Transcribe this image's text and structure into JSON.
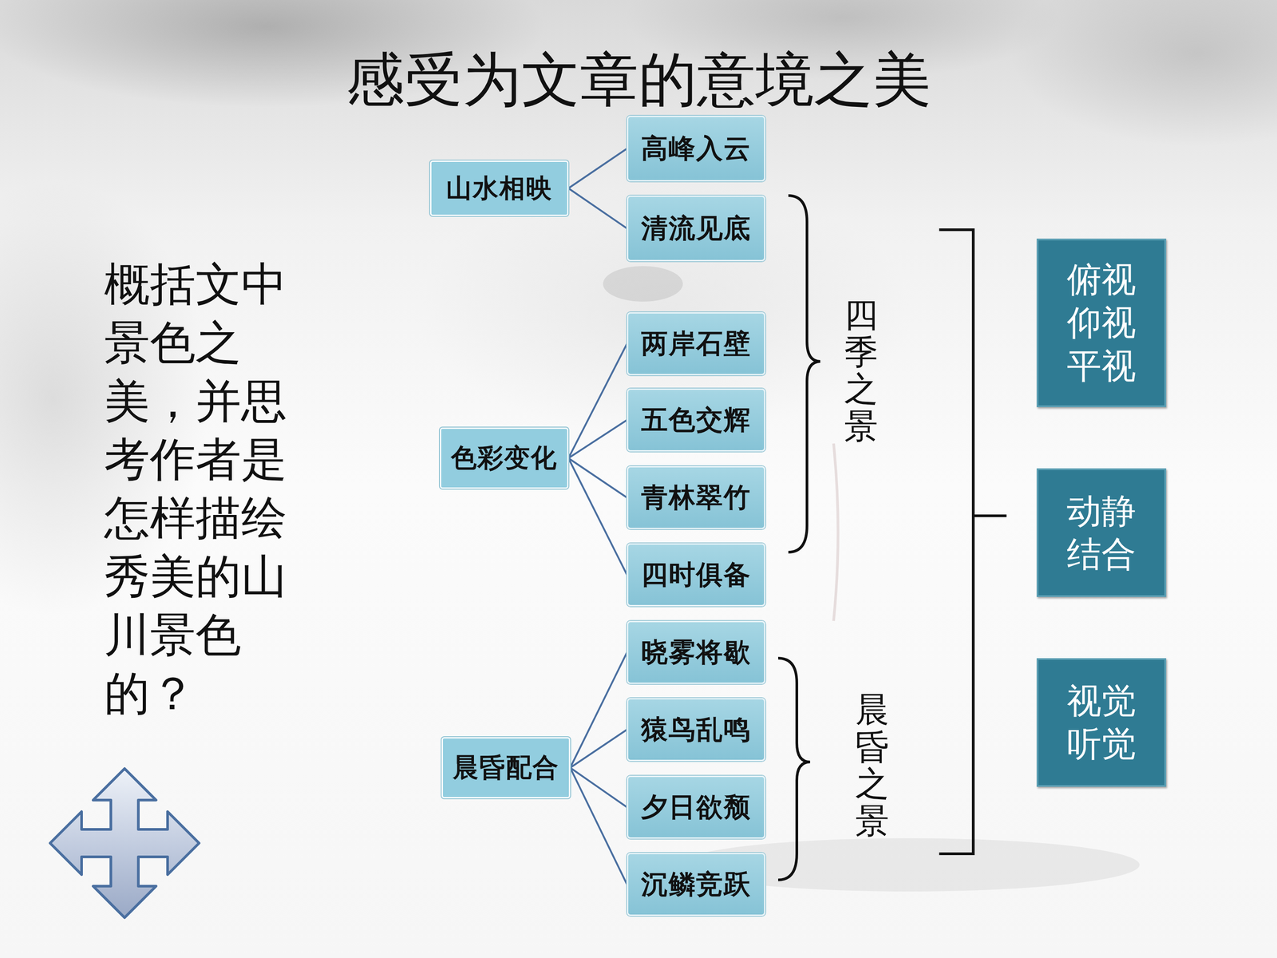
{
  "diagram": {
    "title": "感受为文章的意境之美",
    "nodes": [
      {
        "text": [
          "山水相映"
        ]
      },
      {
        "text": [
          "高峰入云"
        ]
      },
      {
        "text": [
          "清流见底"
        ]
      },
      {
        "text": [
          "色彩变化"
        ]
      },
      {
        "text": [
          "两岸石壁"
        ]
      },
      {
        "text": [
          "五色交辉"
        ]
      },
      {
        "text": [
          "青林翠竹"
        ]
      },
      {
        "text": [
          "四时俱备"
        ]
      },
      {
        "text": [
          "晨昏配合"
        ]
      },
      {
        "text": [
          "晓雾将歇"
        ]
      },
      {
        "text": [
          "猿鸟乱鸣"
        ]
      },
      {
        "text": [
          "夕日欲颓"
        ]
      },
      {
        "text": [
          "沉鳞竞跃"
        ]
      },
      {
        "text": [
          "俯视 仰视 平视"
        ]
      },
      {
        "text": [
          "动静 结合"
        ]
      },
      {
        "text": [
          "视觉 听觉"
        ]
      }
    ],
    "edges": [
      {
        "from": 0,
        "to": 1,
        "arrow": "none"
      },
      {
        "from": 0,
        "to": 2,
        "arrow": "none"
      },
      {
        "from": 3,
        "to": 4,
        "arrow": "none"
      },
      {
        "from": 3,
        "to": 5,
        "arrow": "none"
      },
      {
        "from": 3,
        "to": 6,
        "arrow": "none"
      },
      {
        "from": 3,
        "to": 7,
        "arrow": "none"
      },
      {
        "from": 8,
        "to": 9,
        "arrow": "none"
      },
      {
        "from": 8,
        "to": 10,
        "arrow": "none"
      },
      {
        "from": 8,
        "to": 11,
        "arrow": "none"
      },
      {
        "from": 8,
        "to": 12,
        "arrow": "none"
      }
    ],
    "labels": [
      "概括文中景色之美，并思考作者是怎样描绘秀美的山川景色的？",
      "四季之景",
      "晨昏之景"
    ]
  }
}
